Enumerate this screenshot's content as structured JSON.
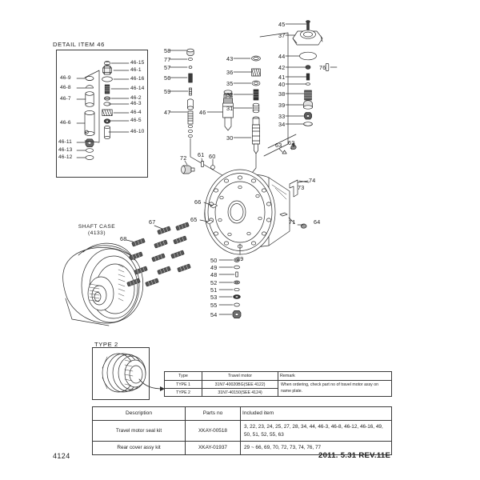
{
  "sheet": {
    "page_number": "4124",
    "revision": "2011. 5.31  REV.11E"
  },
  "detail_box": {
    "title": "DETAIL ITEM 46",
    "callouts_right": [
      "46-15",
      "46-1",
      "46-16",
      "46-14",
      "46-2",
      "46-3",
      "46-4",
      "46-5",
      "46-10"
    ],
    "callouts_left": [
      "46-9",
      "46-8",
      "46-7",
      "46-6",
      "46-11",
      "46-13",
      "46-12"
    ]
  },
  "shaft_case": {
    "label_line1": "SHAFT CASE",
    "label_line2": "(4133)",
    "callouts": [
      "67",
      "68"
    ]
  },
  "type2_box": {
    "title": "TYPE 2"
  },
  "callouts": {
    "col_left": [
      "58",
      "77",
      "57",
      "56",
      "59",
      "47",
      "46"
    ],
    "col_mid": [
      "43",
      "36",
      "35",
      "32",
      "31",
      "30"
    ],
    "col_right": [
      "45",
      "37",
      "44",
      "42",
      "41",
      "40",
      "38",
      "39",
      "33",
      "34"
    ],
    "loose_right": "76",
    "housing": [
      "72",
      "61",
      "60",
      "66",
      "65",
      "29",
      "71",
      "64",
      "73",
      "74",
      "63",
      "62"
    ],
    "col_bottom": [
      "50",
      "49",
      "48",
      "52",
      "51",
      "53",
      "55",
      "54"
    ]
  },
  "type_table": {
    "headers": [
      "Type",
      "Travel motor",
      "Remark"
    ],
    "rows": [
      {
        "type": "TYPE 1",
        "motor": "31N7-40020BG(SEE 4122)"
      },
      {
        "type": "TYPE 2",
        "motor": "31N7-40150(SEE 4124)"
      }
    ],
    "remark": "When ordering, check part no of travel motor assy on name plate."
  },
  "kit_table": {
    "headers": [
      "Description",
      "Parts no",
      "Included item"
    ],
    "rows": [
      {
        "description": "Travel motor seal kit",
        "parts_no": "XKAY-00518",
        "included": "3, 22, 23, 24, 25, 27, 28, 34, 44, 46-3, 46-8, 46-12, 46-16, 49, 50, 51, 52, 55, 63"
      },
      {
        "description": "Rear cover assy kit",
        "parts_no": "XKAY-01937",
        "included": "29 ~ 66, 69, 70, 72, 73, 74, 76, 77"
      }
    ]
  }
}
